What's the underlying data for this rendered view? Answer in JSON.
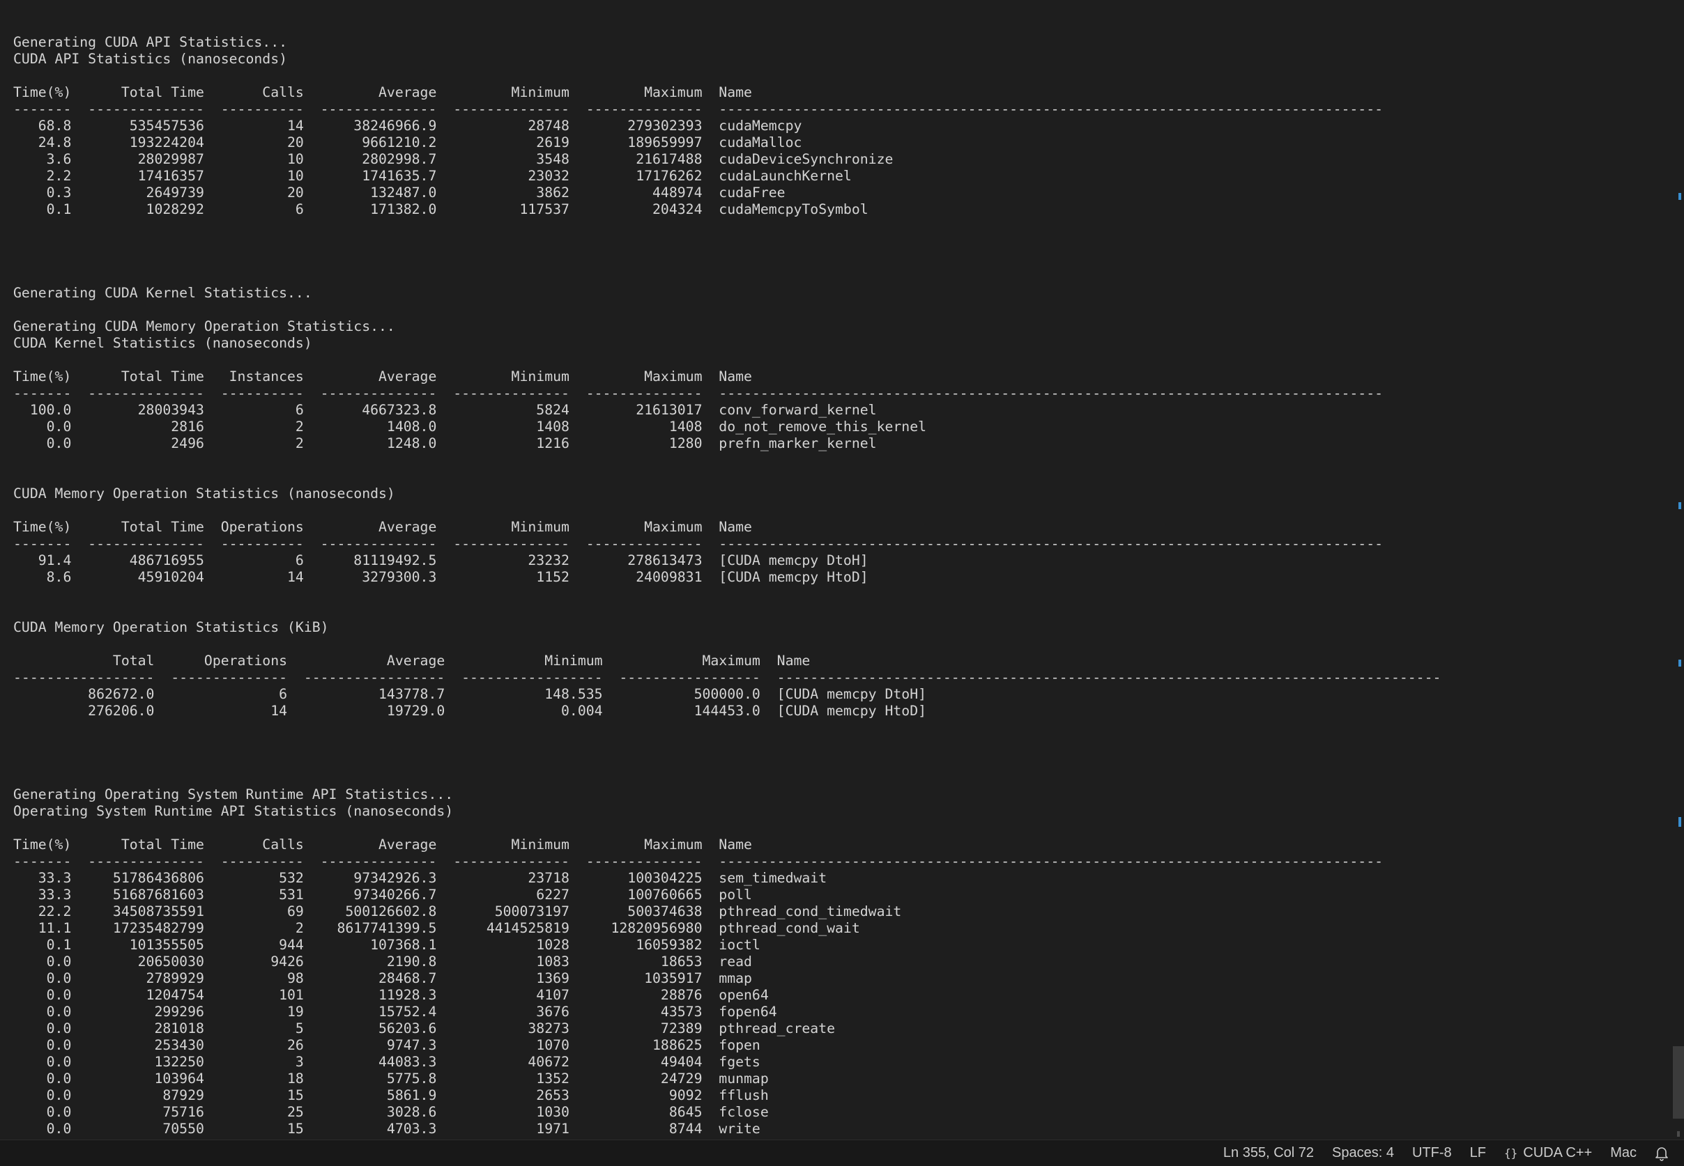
{
  "editor": {
    "lines": [
      "Generating CUDA API Statistics...",
      "CUDA API Statistics (nanoseconds)",
      "",
      "Time(%)      Total Time       Calls         Average         Minimum         Maximum  Name",
      "-------  --------------  ----------  --------------  --------------  --------------  --------------------------------------------------------------------------------",
      "   68.8       535457536          14      38246966.9           28748       279302393  cudaMemcpy",
      "   24.8       193224204          20       9661210.2            2619       189659997  cudaMalloc",
      "    3.6        28029987          10       2802998.7            3548        21617488  cudaDeviceSynchronize",
      "    2.2        17416357          10       1741635.7           23032        17176262  cudaLaunchKernel",
      "    0.3         2649739          20        132487.0            3862          448974  cudaFree",
      "    0.1         1028292           6        171382.0          117537          204324  cudaMemcpyToSymbol",
      "",
      "",
      "",
      "",
      "Generating CUDA Kernel Statistics...",
      "",
      "Generating CUDA Memory Operation Statistics...",
      "CUDA Kernel Statistics (nanoseconds)",
      "",
      "Time(%)      Total Time   Instances         Average         Minimum         Maximum  Name",
      "-------  --------------  ----------  --------------  --------------  --------------  --------------------------------------------------------------------------------",
      "  100.0        28003943           6       4667323.8            5824        21613017  conv_forward_kernel",
      "    0.0            2816           2          1408.0            1408            1408  do_not_remove_this_kernel",
      "    0.0            2496           2          1248.0            1216            1280  prefn_marker_kernel",
      "",
      "",
      "CUDA Memory Operation Statistics (nanoseconds)",
      "",
      "Time(%)      Total Time  Operations         Average         Minimum         Maximum  Name",
      "-------  --------------  ----------  --------------  --------------  --------------  --------------------------------------------------------------------------------",
      "   91.4       486716955           6      81119492.5           23232       278613473  [CUDA memcpy DtoH]",
      "    8.6        45910204          14       3279300.3            1152        24009831  [CUDA memcpy HtoD]",
      "",
      "",
      "CUDA Memory Operation Statistics (KiB)",
      "",
      "            Total      Operations            Average            Minimum            Maximum  Name",
      "-----------------  --------------  -----------------  -----------------  -----------------  --------------------------------------------------------------------------------",
      "         862672.0               6           143778.7            148.535           500000.0  [CUDA memcpy DtoH]",
      "         276206.0              14            19729.0              0.004           144453.0  [CUDA memcpy HtoD]",
      "",
      "",
      "",
      "",
      "Generating Operating System Runtime API Statistics...",
      "Operating System Runtime API Statistics (nanoseconds)",
      "",
      "Time(%)      Total Time       Calls         Average         Minimum         Maximum  Name",
      "-------  --------------  ----------  --------------  --------------  --------------  --------------------------------------------------------------------------------",
      "   33.3     51786436806         532      97342926.3           23718       100304225  sem_timedwait",
      "   33.3     51687681603         531      97340266.7            6227       100760665  poll",
      "   22.2     34508735591          69     500126602.8       500073197       500374638  pthread_cond_timedwait",
      "   11.1     17235482799           2    8617741399.5      4414525819     12820956980  pthread_cond_wait",
      "    0.1       101355505         944        107368.1            1028        16059382  ioctl",
      "    0.0        20650030        9426          2190.8            1083           18653  read",
      "    0.0         2789929          98         28468.7            1369         1035917  mmap",
      "    0.0         1204754         101         11928.3            4107           28876  open64",
      "    0.0          299296          19         15752.4            3676           43573  fopen64",
      "    0.0          281018           5         56203.6           38273           72389  pthread_create",
      "    0.0          253430          26          9747.3            1070          188625  fopen",
      "    0.0          132250           3         44083.3           40672           49404  fgets",
      "    0.0          103964          18          5775.8            1352           24729  munmap",
      "    0.0           87929          15          5861.9            2653            9092  fflush",
      "    0.0           75716          25          3028.6            1030            8645  fclose",
      "    0.0           70550          15          4703.3            1971            8744  write"
    ]
  },
  "statusbar": {
    "cursor": "Ln 355, Col 72",
    "spaces": "Spaces: 4",
    "encoding": "UTF-8",
    "eol": "LF",
    "language_icon": "{}",
    "language": "CUDA C++",
    "platform": "Mac",
    "bell_icon": "bell-icon"
  },
  "colors": {
    "background": "#1e1e1e",
    "text": "#d4d4d4",
    "statusbar_bg": "#181818",
    "scroll_marker": "#3a8fd1"
  }
}
